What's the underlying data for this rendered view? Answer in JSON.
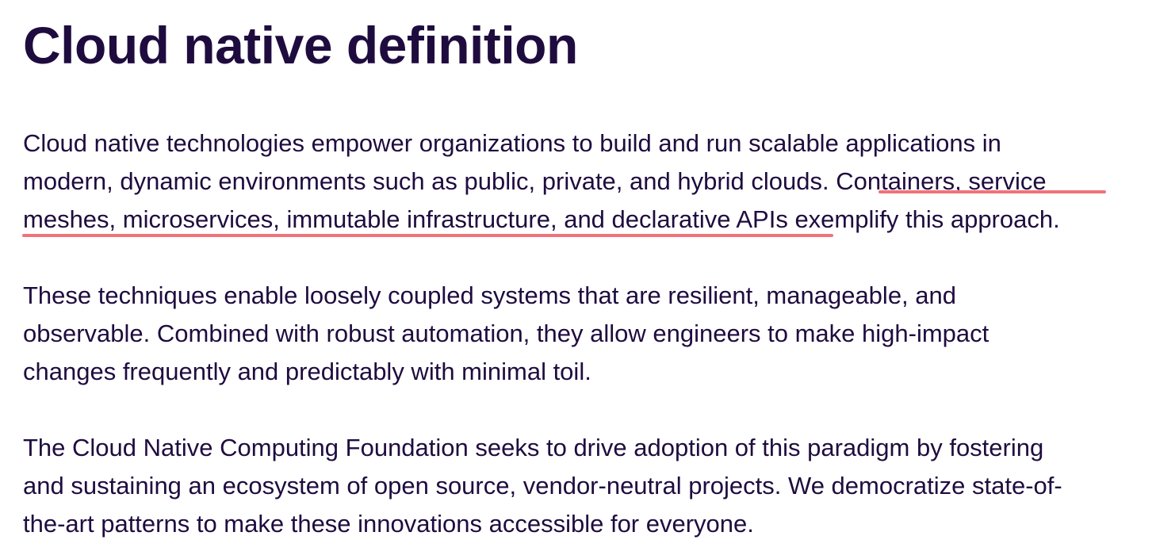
{
  "heading": "Cloud native definition",
  "paragraph1": {
    "line1": "Cloud native technologies empower organizations to build and run scalable applications in",
    "line2_plain": "modern, dynamic environments such as public, private, and hybrid clouds. ",
    "line2_highlight": "Containers, service",
    "line3_highlight": "meshes, microservices, immutable infrastructure, and declarative APIs",
    "line3_plain": " exemplify this approach."
  },
  "paragraph2": {
    "line1": "These techniques enable loosely coupled systems that are resilient, manageable, and",
    "line2": "observable. Combined with robust automation, they allow engineers to make high-impact",
    "line3": "changes frequently and predictably with minimal toil."
  },
  "paragraph3": {
    "line1": "The Cloud Native Computing Foundation seeks to drive adoption of this paradigm by fostering",
    "line2": "and sustaining an ecosystem of open source, vendor-neutral projects. We democratize state-of-",
    "line3": "the-art patterns to make these innovations accessible for everyone."
  },
  "colors": {
    "text": "#1f0c3f",
    "highlight_underline": "#f0737a",
    "background": "#ffffff"
  }
}
